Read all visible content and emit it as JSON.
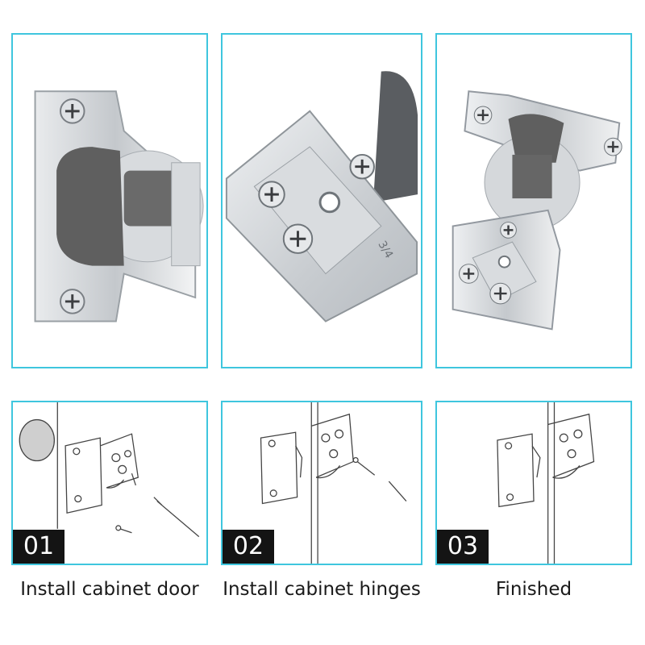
{
  "steps": [
    {
      "number": "01",
      "caption": "Install cabinet door"
    },
    {
      "number": "02",
      "caption": "Install cabinet hinges"
    },
    {
      "number": "03",
      "caption": "Finished"
    }
  ],
  "photos": [
    {
      "icon": "hinge-front-photo"
    },
    {
      "icon": "mounting-plate-photo"
    },
    {
      "icon": "assembled-hinge-photo"
    }
  ],
  "plate_marking": "3/4",
  "colors": {
    "frame": "#3fc6de",
    "label_bg": "#141414",
    "metal": "#c9ccd0",
    "cap": "#5f5f5f"
  }
}
